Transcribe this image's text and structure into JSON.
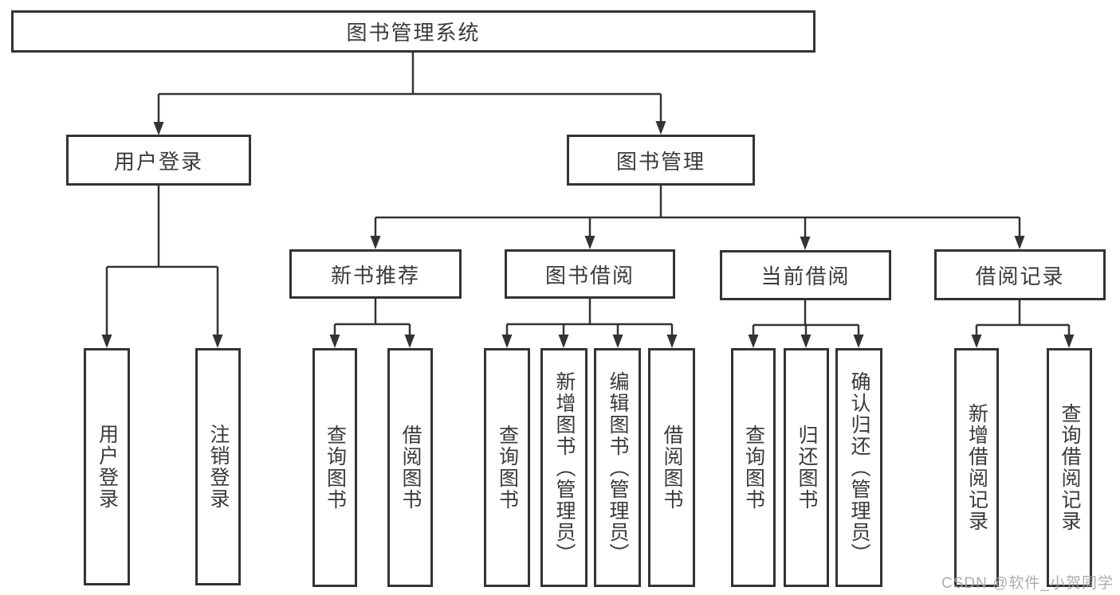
{
  "diagram": {
    "tree": {
      "label": "图书管理系统",
      "children": [
        {
          "label": "用户登录",
          "children": [
            {
              "label": "用户登录"
            },
            {
              "label": "注销登录"
            }
          ]
        },
        {
          "label": "图书管理",
          "children": [
            {
              "label": "新书推荐",
              "children": [
                {
                  "label": "查询图书"
                },
                {
                  "label": "借阅图书"
                }
              ]
            },
            {
              "label": "图书借阅",
              "children": [
                {
                  "label": "查询图书"
                },
                {
                  "label": "新增图书（管理员）"
                },
                {
                  "label": "编辑图书（管理员）"
                },
                {
                  "label": "借阅图书"
                }
              ]
            },
            {
              "label": "当前借阅",
              "children": [
                {
                  "label": "查询图书"
                },
                {
                  "label": "归还图书"
                },
                {
                  "label": "确认归还（管理员）"
                }
              ]
            },
            {
              "label": "借阅记录",
              "children": [
                {
                  "label": "新增借阅记录"
                },
                {
                  "label": "查询借阅记录"
                }
              ]
            }
          ]
        }
      ]
    }
  },
  "watermark": {
    "text": "CSDN @软件_小贺同学"
  },
  "colors": {
    "box_border": "#333333",
    "connector_line": "#333333",
    "text": "#3a3a3a",
    "watermark": "#a4a4a4",
    "background": "#ffffff"
  }
}
